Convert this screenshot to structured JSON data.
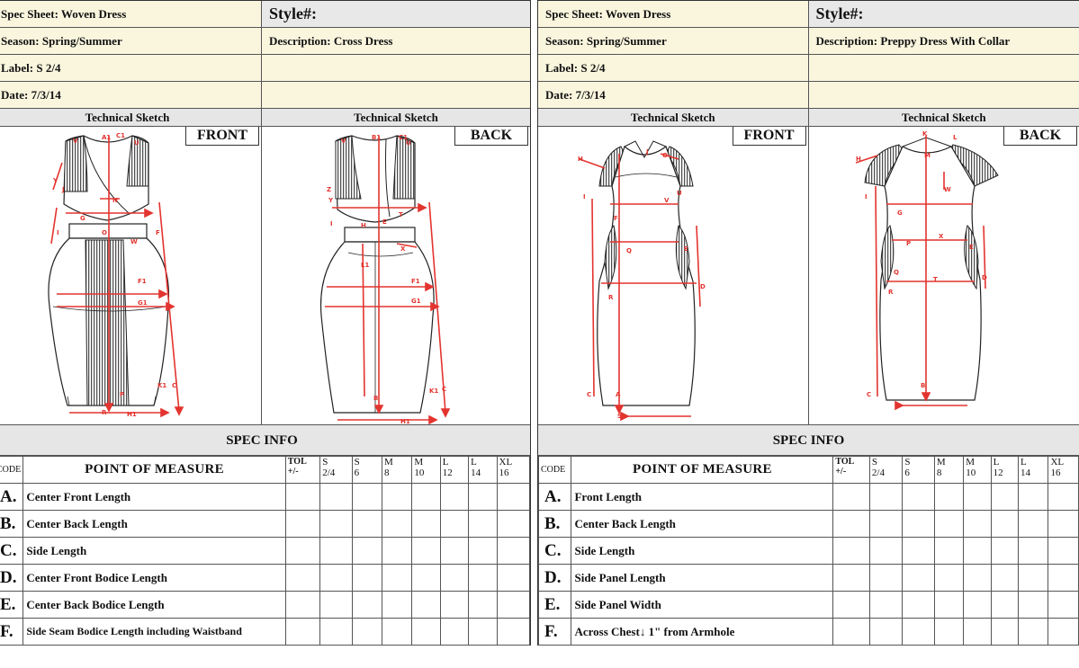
{
  "sheets": [
    {
      "spec_sheet": "Spec Sheet: Woven Dress",
      "style": "Style#:",
      "season": "Season: Spring/Summer",
      "description": "Description: Cross Dress",
      "label": "Label: S 2/4",
      "date": "Date: 7/3/14",
      "tech_left": "Technical Sketch",
      "tech_right": "Technical Sketch",
      "front_label": "FRONT",
      "back_label": "BACK",
      "spec_info": "SPEC INFO",
      "col_code": "CODE",
      "col_pom": "POINT OF MEASURE",
      "col_tol": [
        "TOL",
        "+/-"
      ],
      "sizes": [
        [
          "S",
          "2/4"
        ],
        [
          "S",
          "6"
        ],
        [
          "M",
          "8"
        ],
        [
          "M",
          "10"
        ],
        [
          "L",
          "12"
        ],
        [
          "L",
          "14"
        ],
        [
          "XL",
          "16"
        ]
      ],
      "rows": [
        {
          "code": "A.",
          "name": "Center Front Length"
        },
        {
          "code": "B.",
          "name": "Center Back Length"
        },
        {
          "code": "C.",
          "name": "Side Length"
        },
        {
          "code": "D.",
          "name": "Center Front Bodice Length"
        },
        {
          "code": "E.",
          "name": "Center Back Bodice Length"
        },
        {
          "code": "F.",
          "name": "Side Seam Bodice Length including Waistband"
        }
      ]
    },
    {
      "spec_sheet": "Spec Sheet: Woven Dress",
      "style": "Style#:",
      "season": "Season: Spring/Summer",
      "description": "Description: Preppy Dress With Collar",
      "label": "Label: S 2/4",
      "date": "Date: 7/3/14",
      "tech_left": "Technical Sketch",
      "tech_right": "Technical Sketch",
      "front_label": "FRONT",
      "back_label": "BACK",
      "spec_info": "SPEC INFO",
      "col_code": "CODE",
      "col_pom": "POINT OF MEASURE",
      "col_tol": [
        "TOL",
        "+/-"
      ],
      "sizes": [
        [
          "S",
          "2/4"
        ],
        [
          "S",
          "6"
        ],
        [
          "M",
          "8"
        ],
        [
          "M",
          "10"
        ],
        [
          "L",
          "12"
        ],
        [
          "L",
          "14"
        ],
        [
          "XL",
          "16"
        ]
      ],
      "rows": [
        {
          "code": "A.",
          "name": "Front Length"
        },
        {
          "code": "B.",
          "name": "Center Back Length"
        },
        {
          "code": "C.",
          "name": "Side Length"
        },
        {
          "code": "D.",
          "name": "Side Panel Length"
        },
        {
          "code": "E.",
          "name": "Side Panel Width"
        },
        {
          "code": "F.",
          "name": "Across Chest↓ 1\" from Armhole"
        }
      ]
    }
  ],
  "colors": {
    "header_bg": "#faf6de",
    "style_bg": "#e8e8e8",
    "section_bg": "#e6e6e6",
    "measure_red": "#e3342f",
    "line": "#555555"
  },
  "icons": [
    "dress-front-sketch",
    "dress-back-sketch",
    "measure-arrow"
  ]
}
